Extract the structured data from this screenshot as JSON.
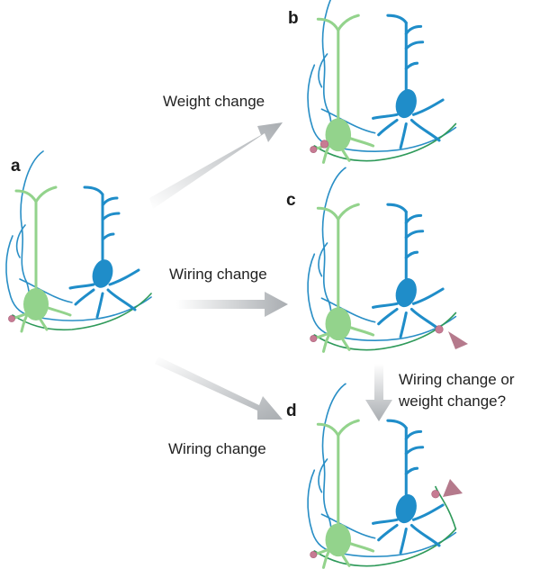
{
  "figure": {
    "panels": {
      "a": {
        "letter": "a"
      },
      "b": {
        "letter": "b"
      },
      "c": {
        "letter": "c"
      },
      "d": {
        "letter": "d"
      }
    },
    "arrows": {
      "a_to_b": {
        "label": "Weight change"
      },
      "a_to_c": {
        "label": "Wiring change"
      },
      "a_to_d": {
        "label": "Wiring change"
      },
      "c_to_d": {
        "label_line1": "Wiring change or",
        "label_line2": "weight change?"
      }
    },
    "colors": {
      "blue_neuron": "#1f8dc9",
      "green_neuron": "#93d38c",
      "green_axon": "#2f9a5a",
      "synapse": "#c77b93",
      "arrow": "#b4b8bc",
      "marker_arrowhead": "#b57a8c"
    }
  }
}
